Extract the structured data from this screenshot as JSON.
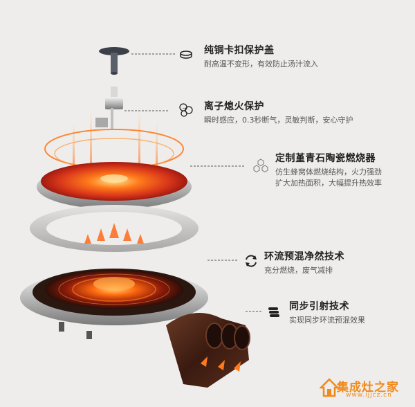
{
  "features": [
    {
      "title": "纯铜卡扣保护盖",
      "desc": "耐高温不变形，有效防止汤汁流入",
      "icon": "copper-cap-icon"
    },
    {
      "title": "离子熄火保护",
      "desc": "瞬时感应，0.3秒断气，灵敏判断，安心守护",
      "icon": "ion-flame-protection-icon"
    },
    {
      "title": "定制堇青石陶瓷燃烧器",
      "desc_lines": [
        "仿生蜂窝体燃烧结构，火力强劲",
        "扩大加热面积，大幅提升热效率"
      ],
      "icon": "honeycomb-icon"
    },
    {
      "title": "环流预混净然技术",
      "desc": "充分燃烧，废气减排",
      "icon": "circulation-icon"
    },
    {
      "title": "同步引射技术",
      "desc": "实现同步环流预混效果",
      "icon": "injector-pipes-icon"
    }
  ],
  "watermark": {
    "text": "集成灶之家",
    "url": "www.ijjcz.cn"
  },
  "colors": {
    "background": "#efedeb",
    "accent": "#f08a1a",
    "flame": "#e8471a"
  }
}
